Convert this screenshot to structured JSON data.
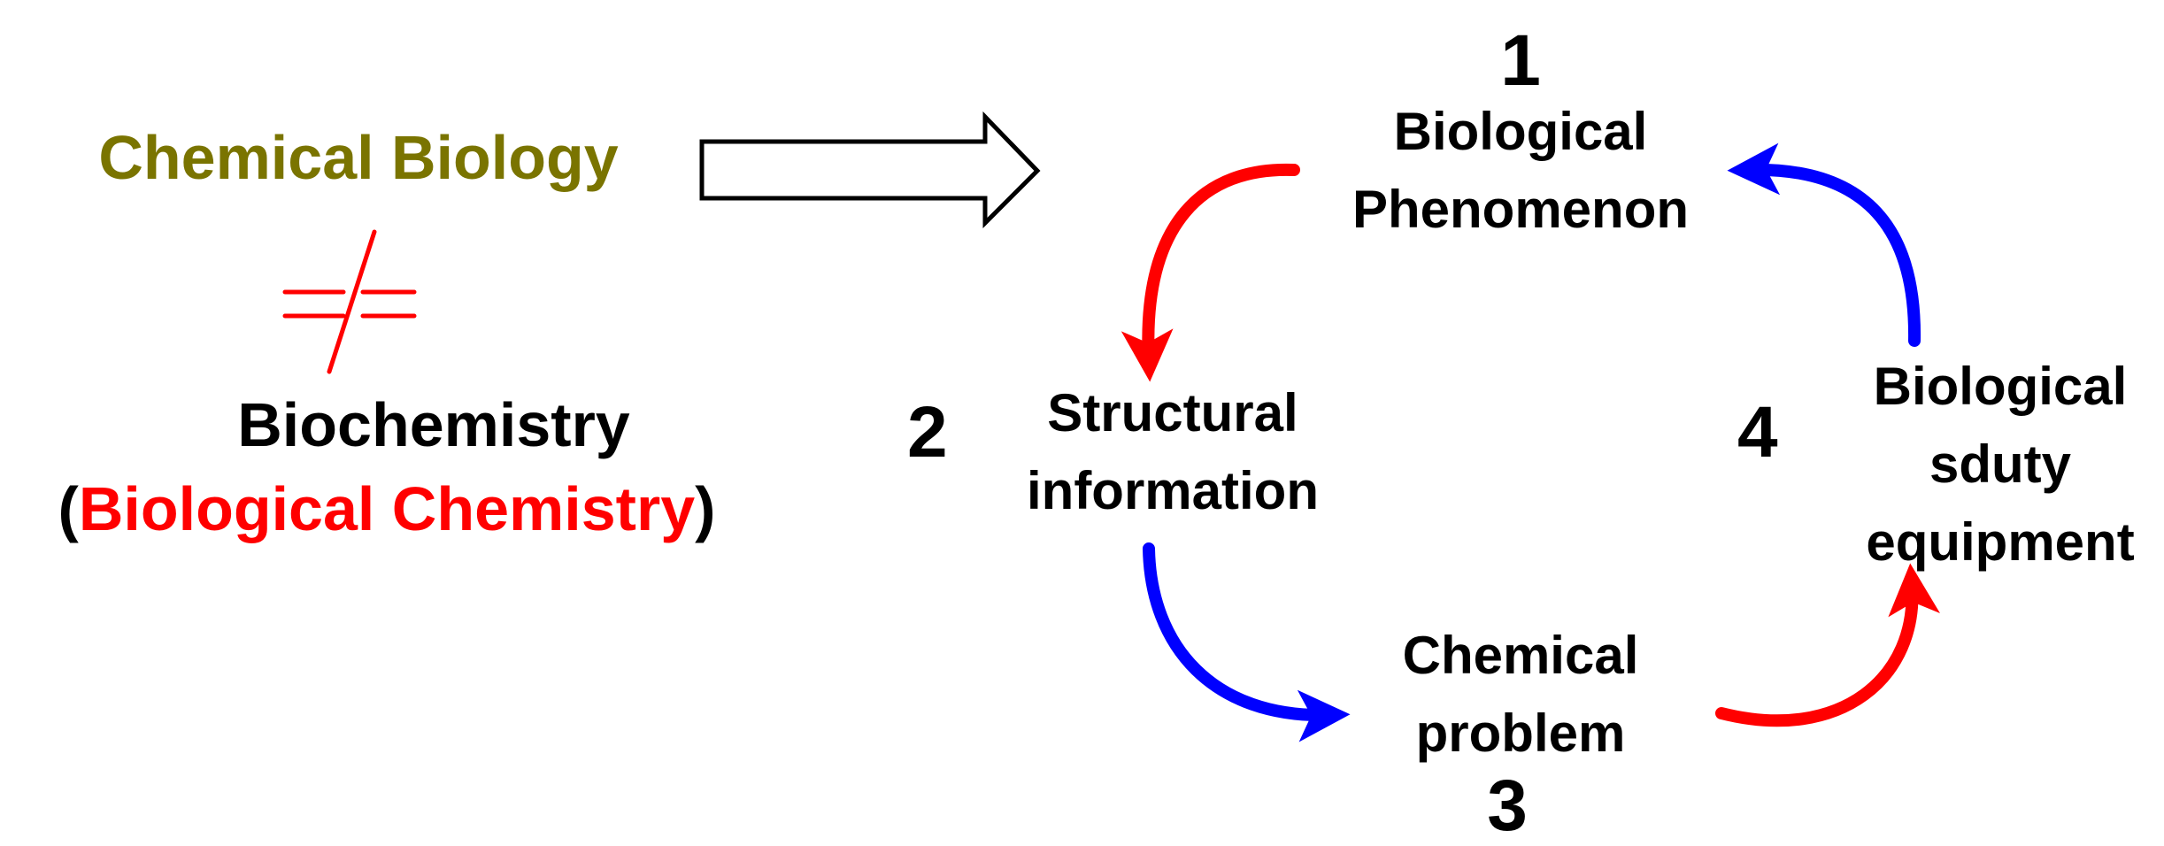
{
  "left": {
    "chemical_biology": "Chemical Biology",
    "biochemistry": "Biochemistry",
    "paren_open": "(",
    "biological_chemistry": "Biological Chemistry",
    "paren_close": ")"
  },
  "cycle": {
    "node1": {
      "number": "1",
      "line1": "Biological",
      "line2": "Phenomenon"
    },
    "node2": {
      "number": "2",
      "line1": "Structural",
      "line2": "information"
    },
    "node3": {
      "number": "3",
      "line1": "Chemical",
      "line2": "problem"
    },
    "node4": {
      "number": "4",
      "line1": "Biological",
      "line2": "sduty",
      "line3": "equipment"
    }
  },
  "colors": {
    "chemical_biology": "#7a7400",
    "biological_chemistry": "#ff0000",
    "not_equal": "#ff0000",
    "arrow_red": "#ff0000",
    "arrow_blue": "#0000ff",
    "text": "#000000"
  },
  "icons": {
    "not_equal": "not-equal-icon",
    "implies": "hollow-right-arrow-icon",
    "cycle_arrows": [
      "red-curved-arrow",
      "blue-curved-arrow"
    ]
  }
}
